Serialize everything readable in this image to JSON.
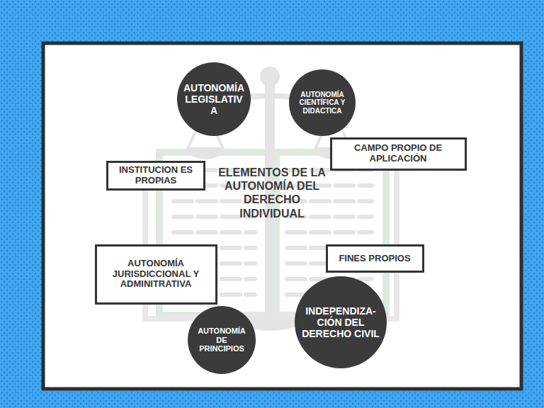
{
  "diagram": {
    "title": "ELEMENTOS DE LA AUTONOMÍA DEL DERECHO INDIVIDUAL",
    "nodes": [
      {
        "text": [
          "AUTONOMÍA LEGISLATIVA"
        ]
      },
      {
        "text": [
          "AUTONOMÍA CIENTÍFICA Y DIDACTICA"
        ]
      },
      {
        "text": [
          "CAMPO PROPIO DE APLICACIÓN"
        ]
      },
      {
        "text": [
          "INSTITUCION ES PROPIAS"
        ]
      },
      {
        "text": [
          "AUTONOMÍA JURISDICCIONAL Y ADMINITRATIVA"
        ]
      },
      {
        "text": [
          "FINES PROPIOS"
        ]
      },
      {
        "text": [
          "INDEPENDIZA- CIÓN DEL DERECHO CIVIL"
        ]
      },
      {
        "text": [
          "AUTONOMÍA DE PRINCIPIOS"
        ]
      }
    ]
  }
}
